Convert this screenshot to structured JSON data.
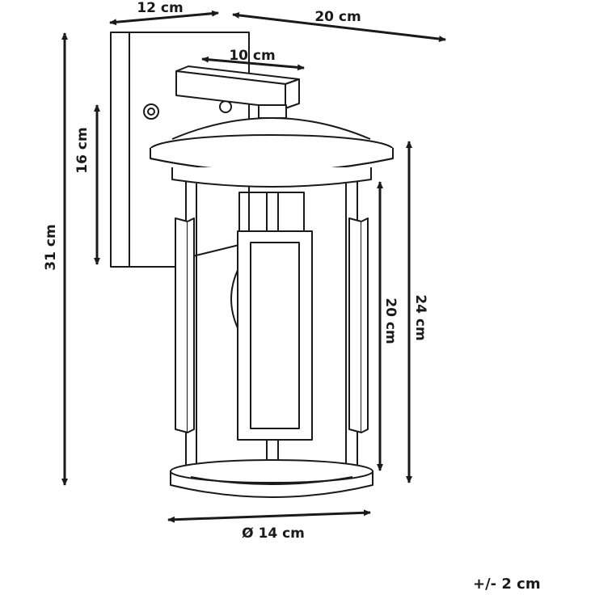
{
  "dimensions": {
    "plate_depth": "12 cm",
    "total_depth": "20 cm",
    "arm_length": "10 cm",
    "plate_height": "16 cm",
    "total_height": "31 cm",
    "glass_height": "20 cm",
    "body_height": "24 cm",
    "diameter": "Ø 14 cm"
  },
  "tolerance": "+/- 2 cm",
  "colors": {
    "line": "#1a1a1a",
    "background": "#ffffff"
  }
}
